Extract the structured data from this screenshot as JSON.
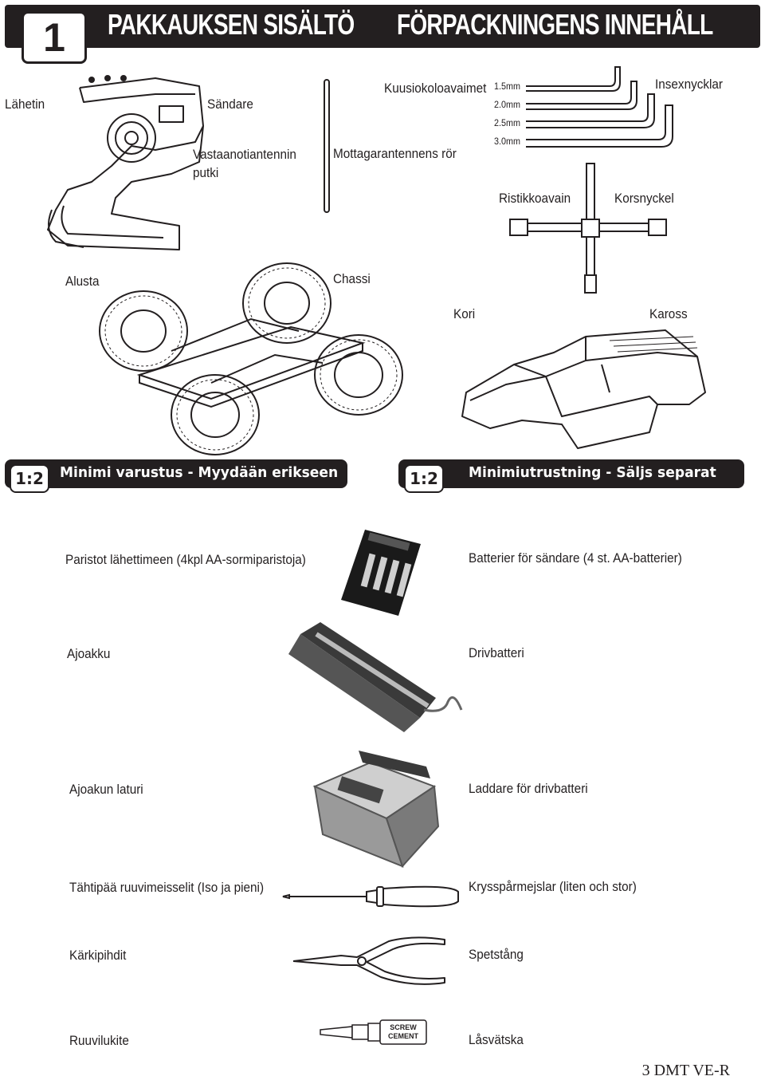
{
  "header": {
    "number": "1",
    "title_fi": "PAKKAUKSEN SISÄLTÖ",
    "title_sv": "FÖRPACKNINGENS INNEHÅLL"
  },
  "kit": {
    "transmitter_fi": "Lähetin",
    "transmitter_sv": "Sändare",
    "antenna_tube_fi_1": "Vastaanotiantennin",
    "antenna_tube_fi_2": "putki",
    "antenna_tube_sv": "Mottagarantennens rör",
    "hex_keys_fi": "Kuusiokoloavaimet",
    "hex_keys_sv": "Insexnycklar",
    "hex_sizes": [
      "1.5mm",
      "2.0mm",
      "2.5mm",
      "3.0mm"
    ],
    "cross_wrench_fi": "Ristikkoavain",
    "cross_wrench_sv": "Korsnyckel",
    "chassis_fi": "Alusta",
    "chassis_sv": "Chassi",
    "body_fi": "Kori",
    "body_sv": "Kaross"
  },
  "banner_fi": {
    "badge": "1:2",
    "text": "Minimi varustus - Myydään erikseen"
  },
  "banner_sv": {
    "badge": "1:2",
    "text": "Minimiutrustning - Säljs separat"
  },
  "required": [
    {
      "fi": "Paristot lähettimeen (4kpl AA-sormiparistoja)",
      "sv": "Batterier för sändare (4 st. AA-batterier)"
    },
    {
      "fi": "Ajoakku",
      "sv": "Drivbatteri"
    },
    {
      "fi": "Ajoakun laturi",
      "sv": "Laddare för drivbatteri"
    },
    {
      "fi": "Tähtipää ruuvimeisselit (Iso ja pieni)",
      "sv": "Krysspårmejslar (liten och stor)"
    },
    {
      "fi": "Kärkipihdit",
      "sv": "Spetstång"
    },
    {
      "fi": "Ruuvilukite",
      "sv": "Låsvätska"
    }
  ],
  "screw_cement_label": {
    "line1": "SCREW",
    "line2": "CEMENT"
  },
  "footer": "3 DMT VE-R"
}
